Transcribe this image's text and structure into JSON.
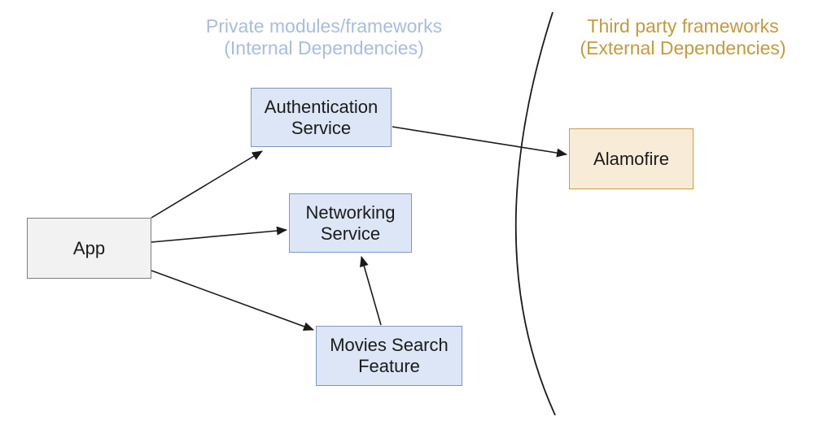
{
  "diagram": {
    "background_color": "#ffffff",
    "line_color": "#1a1a1a",
    "titles": {
      "internal": {
        "line1": "Private modules/frameworks",
        "line2": "(Internal Dependencies)",
        "color": "#a8bce2"
      },
      "external": {
        "line1": "Third party frameworks",
        "line2": "(External Dependencies)",
        "color": "#c49a3d"
      }
    },
    "nodes": {
      "app": {
        "label": "App",
        "fill": "#f2f2f2",
        "border": "#7c7c7c"
      },
      "authentication_service": {
        "label": "Authentication Service",
        "fill": "#dce6f6",
        "border": "#7d97c3"
      },
      "networking_service": {
        "label": "Networking Service",
        "fill": "#dce6f6",
        "border": "#7d97c3"
      },
      "movies_search_feature": {
        "label": "Movies Search Feature",
        "fill": "#dce6f6",
        "border": "#7d97c3"
      },
      "alamofire": {
        "label": "Alamofire",
        "fill": "#f8ecd8",
        "border": "#cb9f3f"
      }
    },
    "edges": [
      {
        "from": "app",
        "to": "authentication_service"
      },
      {
        "from": "app",
        "to": "networking_service"
      },
      {
        "from": "app",
        "to": "movies_search_feature"
      },
      {
        "from": "movies_search_feature",
        "to": "networking_service"
      },
      {
        "from": "authentication_service",
        "to": "alamofire"
      }
    ]
  }
}
